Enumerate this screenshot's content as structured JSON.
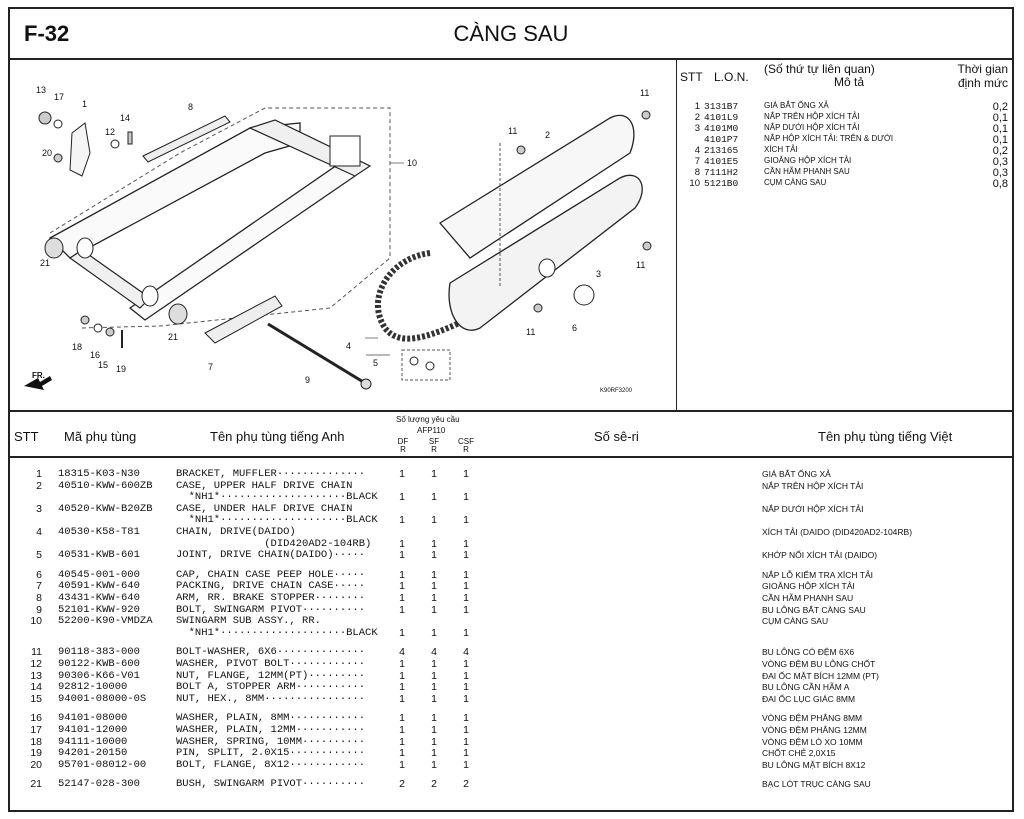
{
  "header": {
    "code": "F-32",
    "title": "CÀNG SAU"
  },
  "diagram": {
    "labels": [
      "13",
      "17",
      "1",
      "14",
      "8",
      "12",
      "20",
      "10",
      "11",
      "11",
      "2",
      "21",
      "21",
      "18",
      "16",
      "15",
      "19",
      "7",
      "9",
      "4",
      "5",
      "6",
      "11",
      "3",
      "11"
    ],
    "direction": "FR.",
    "ref_code": "K90RF3200"
  },
  "side": {
    "col_stt": "STT",
    "col_lon": "L.O.N.",
    "col_ref": "(Số thứ tự liên quan)",
    "col_desc": "Mô tả",
    "col_time_1": "Thời gian",
    "col_time_2": "định mức",
    "rows": [
      {
        "n": "1",
        "code": "3131B7",
        "desc": "GIÁ BẮT ỐNG XẢ",
        "t": "0,2"
      },
      {
        "n": "2",
        "code": "4101L9",
        "desc": "NẮP TRÊN HỘP XÍCH TẢI",
        "t": "0,1"
      },
      {
        "n": "3",
        "code": "4101M0",
        "desc": "NẮP DƯỚI HỘP XÍCH TẢI",
        "t": "0,1"
      },
      {
        "n": "",
        "code": "4101P7",
        "desc": "NẮP HỘP XÍCH TẢI: TRÊN & DƯỚI",
        "t": "0,1"
      },
      {
        "n": "4",
        "code": "213165",
        "desc": "XÍCH TẢI",
        "t": "0,2"
      },
      {
        "n": "7",
        "code": "4101E5",
        "desc": "GIOĂNG HỘP XÍCH TẢI",
        "t": "0,3"
      },
      {
        "n": "8",
        "code": "7111H2",
        "desc": "CẦN HÃM PHANH SAU",
        "t": "0,3"
      },
      {
        "n": "10",
        "code": "5121B0",
        "desc": "CỤM CÀNG SAU",
        "t": "0,8"
      }
    ]
  },
  "table": {
    "h_stt": "STT",
    "h_code": "Mã phụ tùng",
    "h_en": "Tên phụ tùng tiếng Anh",
    "h_qty": "Số lượng yêu cầu",
    "h_model": "AFP110",
    "h_q1a": "DF",
    "h_q1b": "R",
    "h_q2a": "SF",
    "h_q2b": "R",
    "h_q3a": "CSF",
    "h_q3b": "R",
    "h_serial": "Số sê-ri",
    "h_vi": "Tên phụ tùng tiếng Việt",
    "rows": [
      {
        "stt": "1",
        "code": "18315-K03-N30",
        "en": "BRACKET, MUFFLER··············",
        "q1": "1",
        "q2": "1",
        "q3": "1",
        "vi": "GIÁ BẮT ỐNG XẢ"
      },
      {
        "stt": "2",
        "code": "40510-KWW-600ZB",
        "en": "CASE, UPPER HALF DRIVE CHAIN",
        "q1": "",
        "q2": "",
        "q3": "",
        "vi": "NẮP TRÊN HỘP XÍCH TẢI"
      },
      {
        "stt": "",
        "code": "",
        "en": "  *NH1*····················BLACK",
        "q1": "1",
        "q2": "1",
        "q3": "1",
        "vi": ""
      },
      {
        "stt": "3",
        "code": "40520-KWW-B20ZB",
        "en": "CASE, UNDER HALF DRIVE CHAIN",
        "q1": "",
        "q2": "",
        "q3": "",
        "vi": "NẮP DƯỚI HỘP XÍCH TẢI"
      },
      {
        "stt": "",
        "code": "",
        "en": "  *NH1*····················BLACK",
        "q1": "1",
        "q2": "1",
        "q3": "1",
        "vi": ""
      },
      {
        "stt": "4",
        "code": "40530-K58-T81",
        "en": "CHAIN, DRIVE(DAIDO)",
        "q1": "",
        "q2": "",
        "q3": "",
        "vi": "XÍCH TẢI (DAIDO (DID420AD2-104RB)"
      },
      {
        "stt": "",
        "code": "",
        "en": "              (DID420AD2-104RB)",
        "q1": "1",
        "q2": "1",
        "q3": "1",
        "vi": ""
      },
      {
        "stt": "5",
        "code": "40531-KWB-601",
        "en": "JOINT, DRIVE CHAIN(DAIDO)·····",
        "q1": "1",
        "q2": "1",
        "q3": "1",
        "vi": "KHỚP NỐI XÍCH TẢI (DAIDO)"
      },
      {
        "stt": "6",
        "code": "40545-001-000",
        "en": "CAP, CHAIN CASE PEEP HOLE·····",
        "q1": "1",
        "q2": "1",
        "q3": "1",
        "vi": "NẮP LỖ KIỂM TRA XÍCH TẢI"
      },
      {
        "stt": "7",
        "code": "40591-KWW-640",
        "en": "PACKING, DRIVE CHAIN CASE·····",
        "q1": "1",
        "q2": "1",
        "q3": "1",
        "vi": "GIOĂNG HỘP XÍCH TẢI"
      },
      {
        "stt": "8",
        "code": "43431-KWW-640",
        "en": "ARM, RR. BRAKE STOPPER········",
        "q1": "1",
        "q2": "1",
        "q3": "1",
        "vi": "CẦN HÃM PHANH SAU"
      },
      {
        "stt": "9",
        "code": "52101-KWW-920",
        "en": "BOLT, SWINGARM PIVOT··········",
        "q1": "1",
        "q2": "1",
        "q3": "1",
        "vi": "BU LÔNG BẮT CÀNG SAU"
      },
      {
        "stt": "10",
        "code": "52200-K90-VMDZA",
        "en": "SWINGARM SUB ASSY., RR.",
        "q1": "",
        "q2": "",
        "q3": "",
        "vi": "CỤM CÀNG SAU"
      },
      {
        "stt": "",
        "code": "",
        "en": "  *NH1*····················BLACK",
        "q1": "1",
        "q2": "1",
        "q3": "1",
        "vi": ""
      },
      {
        "stt": "11",
        "code": "90118-383-000",
        "en": "BOLT-WASHER, 6X6··············",
        "q1": "4",
        "q2": "4",
        "q3": "4",
        "vi": "BU LÔNG CÓ ĐỆM 6X6"
      },
      {
        "stt": "12",
        "code": "90122-KWB-600",
        "en": "WASHER, PIVOT BOLT············",
        "q1": "1",
        "q2": "1",
        "q3": "1",
        "vi": "VÒNG ĐỆM BU LÔNG CHỐT"
      },
      {
        "stt": "13",
        "code": "90306-K66-V01",
        "en": "NUT, FLANGE, 12MM(PT)·········",
        "q1": "1",
        "q2": "1",
        "q3": "1",
        "vi": "ĐAI ỐC MẶT BÍCH 12MM (PT)"
      },
      {
        "stt": "14",
        "code": "92812-10000",
        "en": "BOLT A, STOPPER ARM···········",
        "q1": "1",
        "q2": "1",
        "q3": "1",
        "vi": "BU LÔNG CẦN HÃM A"
      },
      {
        "stt": "15",
        "code": "94001-08000-0S",
        "en": "NUT, HEX., 8MM················",
        "q1": "1",
        "q2": "1",
        "q3": "1",
        "vi": "ĐAI ỐC LỤC GIÁC 8MM"
      },
      {
        "stt": "16",
        "code": "94101-08000",
        "en": "WASHER, PLAIN, 8MM············",
        "q1": "1",
        "q2": "1",
        "q3": "1",
        "vi": "VÒNG ĐỆM PHẲNG 8MM"
      },
      {
        "stt": "17",
        "code": "94101-12000",
        "en": "WASHER, PLAIN, 12MM···········",
        "q1": "1",
        "q2": "1",
        "q3": "1",
        "vi": "VÒNG ĐỆM PHẲNG 12MM"
      },
      {
        "stt": "18",
        "code": "94111-10000",
        "en": "WASHER, SPRING, 10MM··········",
        "q1": "1",
        "q2": "1",
        "q3": "1",
        "vi": "VÒNG ĐỆM LÒ XO 10MM"
      },
      {
        "stt": "19",
        "code": "94201-20150",
        "en": "PIN, SPLIT, 2.0X15············",
        "q1": "1",
        "q2": "1",
        "q3": "1",
        "vi": "CHỐT CHẺ 2,0X15"
      },
      {
        "stt": "20",
        "code": "95701-08012-00",
        "en": "BOLT, FLANGE, 8X12············",
        "q1": "1",
        "q2": "1",
        "q3": "1",
        "vi": "BU LÔNG MẶT BÍCH 8X12"
      },
      {
        "stt": "21",
        "code": "52147-028-300",
        "en": "BUSH, SWINGARM PIVOT··········",
        "q1": "2",
        "q2": "2",
        "q3": "2",
        "vi": "BẠC LÓT TRỤC CÀNG SAU"
      }
    ]
  }
}
